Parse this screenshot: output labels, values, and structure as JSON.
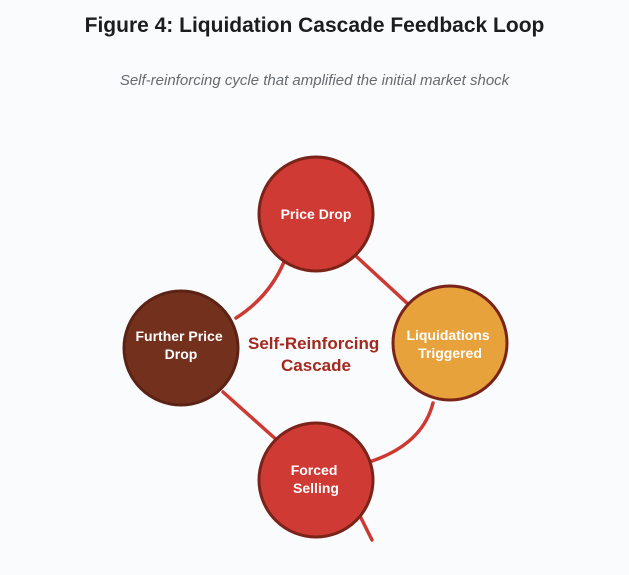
{
  "figure": {
    "title": "Figure 4: Liquidation Cascade Feedback Loop",
    "subtitle": "Self-reinforcing cycle that amplified the initial market shock"
  },
  "diagram": {
    "center_label": [
      "Self-Reinforcing",
      "Cascade"
    ],
    "center_color": "#a3291f",
    "edge_color": "#cc3a33",
    "nodes": [
      {
        "id": "price-drop",
        "lines": [
          "Price Drop"
        ],
        "fill": "#cf3a34",
        "stroke": "#7a2319"
      },
      {
        "id": "liquidations-triggered",
        "lines": [
          "Liquidations",
          "Triggered"
        ],
        "fill": "#e7a23c",
        "stroke": "#7a2319"
      },
      {
        "id": "forced-selling",
        "lines": [
          "Forced",
          "Selling"
        ],
        "fill": "#cf3a34",
        "stroke": "#7a2319"
      },
      {
        "id": "further-price-drop",
        "lines": [
          "Further Price",
          "Drop"
        ],
        "fill": "#73301d",
        "stroke": "#5a2315"
      }
    ],
    "edges": [
      {
        "from": "price-drop",
        "to": "liquidations-triggered"
      },
      {
        "from": "liquidations-triggered",
        "to": "forced-selling"
      },
      {
        "from": "forced-selling",
        "to": "further-price-drop"
      },
      {
        "from": "further-price-drop",
        "to": "price-drop"
      }
    ]
  }
}
